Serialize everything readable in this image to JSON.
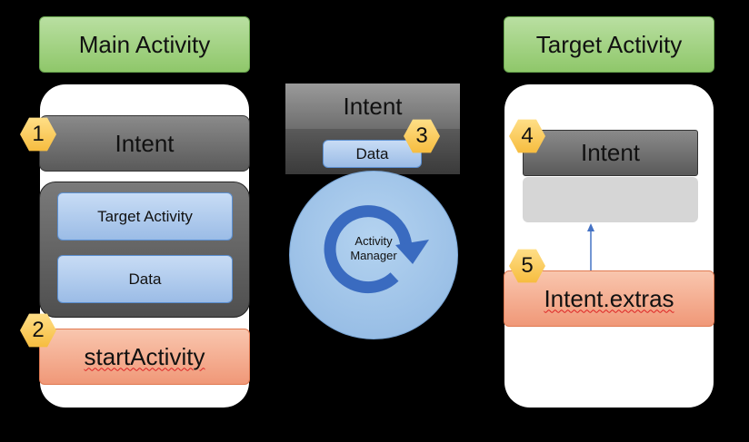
{
  "left": {
    "title": "Main Activity",
    "intent_label": "Intent",
    "target_activity_label": "Target Activity",
    "data_label": "Data",
    "start_activity_label": "startActivity"
  },
  "middle": {
    "intent_label": "Intent",
    "data_label": "Data",
    "manager_line1": "Activity",
    "manager_line2": "Manager"
  },
  "right": {
    "title": "Target Activity",
    "intent_label": "Intent",
    "extras_label": "Intent.extras"
  },
  "steps": [
    "1",
    "2",
    "3",
    "4",
    "5"
  ],
  "colors": {
    "title_green": "#a9d18e",
    "intent_gray": "#7f7f7f",
    "data_blue": "#b4cdef",
    "action_salmon": "#f4b183",
    "badge_yellow": "#ffd966",
    "manager_blue": "#9dc3e6",
    "arrow_blue": "#4472c4"
  }
}
